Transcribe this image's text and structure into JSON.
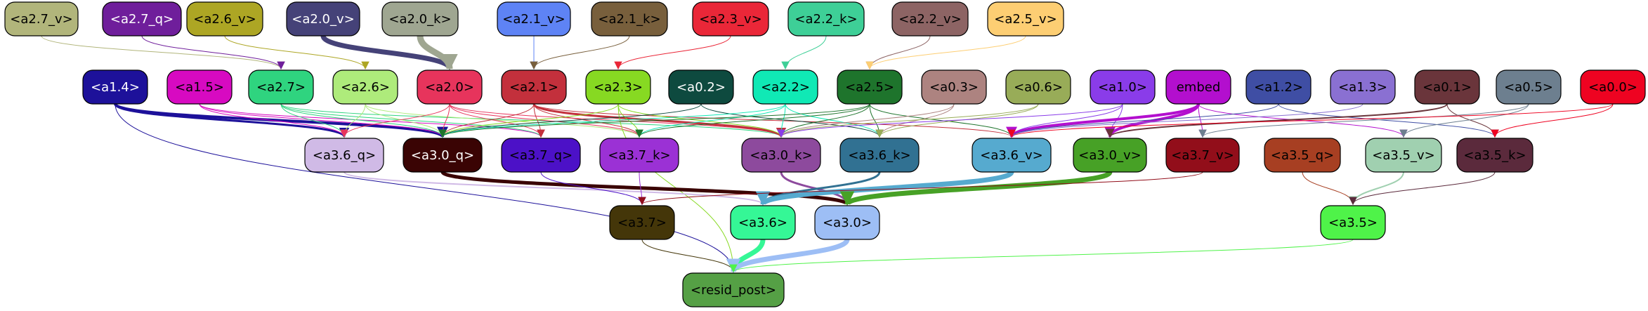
{
  "diagram": {
    "nodes": [
      {
        "id": "a2.7_v",
        "label": "<a2.7_v>",
        "fill": "#b1b57b",
        "text": "#000000"
      },
      {
        "id": "a2.7_q",
        "label": "<a2.7_q>",
        "fill": "#6f1e9b",
        "text": "#ffffff"
      },
      {
        "id": "a2.6_v",
        "label": "<a2.6_v>",
        "fill": "#ada624",
        "text": "#000000"
      },
      {
        "id": "a2.0_v",
        "label": "<a2.0_v>",
        "fill": "#454278",
        "text": "#ffffff"
      },
      {
        "id": "a2.0_k",
        "label": "<a2.0_k>",
        "fill": "#9fa691",
        "text": "#000000"
      },
      {
        "id": "a2.1_v",
        "label": "<a2.1_v>",
        "fill": "#5e83f5",
        "text": "#000000"
      },
      {
        "id": "a2.1_k",
        "label": "<a2.1_k>",
        "fill": "#785f3c",
        "text": "#000000"
      },
      {
        "id": "a2.3_v",
        "label": "<a2.3_v>",
        "fill": "#ea2738",
        "text": "#000000"
      },
      {
        "id": "a2.2_k",
        "label": "<a2.2_k>",
        "fill": "#3ecf97",
        "text": "#000000"
      },
      {
        "id": "a2.2_v",
        "label": "<a2.2_v>",
        "fill": "#8d6464",
        "text": "#000000"
      },
      {
        "id": "a2.5_v",
        "label": "<a2.5_v>",
        "fill": "#fdce73",
        "text": "#000000"
      },
      {
        "id": "a1.4",
        "label": "<a1.4>",
        "fill": "#1d119a",
        "text": "#ffffff"
      },
      {
        "id": "a1.5",
        "label": "<a1.5>",
        "fill": "#d70ac1",
        "text": "#000000"
      },
      {
        "id": "a2.7",
        "label": "<a2.7>",
        "fill": "#2fd47f",
        "text": "#000000"
      },
      {
        "id": "a2.6",
        "label": "<a2.6>",
        "fill": "#aeeb7b",
        "text": "#000000"
      },
      {
        "id": "a2.0",
        "label": "<a2.0>",
        "fill": "#e7345c",
        "text": "#000000"
      },
      {
        "id": "a2.1",
        "label": "<a2.1>",
        "fill": "#c3303c",
        "text": "#000000"
      },
      {
        "id": "a2.3",
        "label": "<a2.3>",
        "fill": "#87d922",
        "text": "#000000"
      },
      {
        "id": "a0.2",
        "label": "<a0.2>",
        "fill": "#0e4a3f",
        "text": "#ffffff"
      },
      {
        "id": "a2.2",
        "label": "<a2.2>",
        "fill": "#10e9b5",
        "text": "#000000"
      },
      {
        "id": "a2.5",
        "label": "<a2.5>",
        "fill": "#1e742c",
        "text": "#000000"
      },
      {
        "id": "a0.3",
        "label": "<a0.3>",
        "fill": "#ad8380",
        "text": "#000000"
      },
      {
        "id": "a0.6",
        "label": "<a0.6>",
        "fill": "#98ac58",
        "text": "#000000"
      },
      {
        "id": "a1.0",
        "label": "<a1.0>",
        "fill": "#8a3ce9",
        "text": "#000000"
      },
      {
        "id": "embed",
        "label": "embed",
        "fill": "#b30fce",
        "text": "#000000"
      },
      {
        "id": "a1.2",
        "label": "<a1.2>",
        "fill": "#3f4ea4",
        "text": "#000000"
      },
      {
        "id": "a1.3",
        "label": "<a1.3>",
        "fill": "#8a70d2",
        "text": "#000000"
      },
      {
        "id": "a0.1",
        "label": "<a0.1>",
        "fill": "#6a353b",
        "text": "#000000"
      },
      {
        "id": "a0.5",
        "label": "<a0.5>",
        "fill": "#6d7f8f",
        "text": "#000000"
      },
      {
        "id": "a0.0",
        "label": "<a0.0>",
        "fill": "#ee0321",
        "text": "#000000"
      },
      {
        "id": "a3.6_q",
        "label": "<a3.6_q>",
        "fill": "#d0bae6",
        "text": "#000000"
      },
      {
        "id": "a3.0_q",
        "label": "<a3.0_q>",
        "fill": "#3a0404",
        "text": "#ffffff"
      },
      {
        "id": "a3.7_q",
        "label": "<a3.7_q>",
        "fill": "#4c11c7",
        "text": "#000000"
      },
      {
        "id": "a3.7_k",
        "label": "<a3.7_k>",
        "fill": "#9b31d5",
        "text": "#000000"
      },
      {
        "id": "a3.0_k",
        "label": "<a3.0_k>",
        "fill": "#8d4a9d",
        "text": "#000000"
      },
      {
        "id": "a3.6_k",
        "label": "<a3.6_k>",
        "fill": "#317192",
        "text": "#000000"
      },
      {
        "id": "a3.6_v",
        "label": "<a3.6_v>",
        "fill": "#56aacf",
        "text": "#000000"
      },
      {
        "id": "a3.0_v",
        "label": "<a3.0_v>",
        "fill": "#47a126",
        "text": "#000000"
      },
      {
        "id": "a3.7_v",
        "label": "<a3.7_v>",
        "fill": "#920e1a",
        "text": "#000000"
      },
      {
        "id": "a3.5_q",
        "label": "<a3.5_q>",
        "fill": "#a73f22",
        "text": "#000000"
      },
      {
        "id": "a3.5_v",
        "label": "<a3.5_v>",
        "fill": "#a0d0b0",
        "text": "#000000"
      },
      {
        "id": "a3.5_k",
        "label": "<a3.5_k>",
        "fill": "#5b2a3c",
        "text": "#000000"
      },
      {
        "id": "a3.7",
        "label": "<a3.7>",
        "fill": "#443609",
        "text": "#000000"
      },
      {
        "id": "a3.6",
        "label": "<a3.6>",
        "fill": "#35f796",
        "text": "#000000"
      },
      {
        "id": "a3.0",
        "label": "<a3.0>",
        "fill": "#9dbef5",
        "text": "#000000"
      },
      {
        "id": "a3.5",
        "label": "<a3.5>",
        "fill": "#4ff349",
        "text": "#000000"
      },
      {
        "id": "resid_post",
        "label": "<resid_post>",
        "fill": "#55a045",
        "text": "#000000"
      }
    ],
    "edges": [
      {
        "from": "a2.7_v",
        "to": "a2.7",
        "color": "#b1b57b",
        "width": 1
      },
      {
        "from": "a2.7_q",
        "to": "a2.7",
        "color": "#6f1e9b",
        "width": 1
      },
      {
        "from": "a2.6_v",
        "to": "a2.6",
        "color": "#ada624",
        "width": 1
      },
      {
        "from": "a2.0_v",
        "to": "a2.0",
        "color": "#454278",
        "width": 7
      },
      {
        "from": "a2.0_k",
        "to": "a2.0",
        "color": "#9fa691",
        "width": 9
      },
      {
        "from": "a2.1_v",
        "to": "a2.1",
        "color": "#5e83f5",
        "width": 1
      },
      {
        "from": "a2.1_k",
        "to": "a2.1",
        "color": "#785f3c",
        "width": 1
      },
      {
        "from": "a2.3_v",
        "to": "a2.3",
        "color": "#ea2738",
        "width": 1
      },
      {
        "from": "a2.2_k",
        "to": "a2.2",
        "color": "#3ecf97",
        "width": 1
      },
      {
        "from": "a2.2_v",
        "to": "a2.5",
        "color": "#8d6464",
        "width": 1
      },
      {
        "from": "a2.5_v",
        "to": "a2.5",
        "color": "#fdce73",
        "width": 1
      },
      {
        "from": "a1.4",
        "to": "a3.0_q",
        "color": "#1d119a",
        "width": 4
      },
      {
        "from": "a1.4",
        "to": "a3.6_q",
        "color": "#1d119a",
        "width": 3
      },
      {
        "from": "a1.4",
        "to": "resid_post",
        "color": "#1d119a",
        "width": 1
      },
      {
        "from": "a1.5",
        "to": "a3.6_q",
        "color": "#d70ac1",
        "width": 1
      },
      {
        "from": "a1.5",
        "to": "a3.0_q",
        "color": "#d70ac1",
        "width": 1
      },
      {
        "from": "a1.5",
        "to": "a3.7_q",
        "color": "#d70ac1",
        "width": 1
      },
      {
        "from": "a2.7",
        "to": "a3.6_q",
        "color": "#2fd47f",
        "width": 1
      },
      {
        "from": "a2.7",
        "to": "a3.0_q",
        "color": "#2fd47f",
        "width": 1
      },
      {
        "from": "a2.7",
        "to": "a3.7_q",
        "color": "#2fd47f",
        "width": 1
      },
      {
        "from": "a2.7",
        "to": "a3.0_k",
        "color": "#2fd47f",
        "width": 1
      },
      {
        "from": "a2.6",
        "to": "a3.6_q",
        "color": "#aeeb7b",
        "width": 1
      },
      {
        "from": "a2.6",
        "to": "a3.0_q",
        "color": "#aeeb7b",
        "width": 1
      },
      {
        "from": "a2.6",
        "to": "a3.7_k",
        "color": "#aeeb7b",
        "width": 1
      },
      {
        "from": "a2.0",
        "to": "a3.0_q",
        "color": "#e7345c",
        "width": 1
      },
      {
        "from": "a2.0",
        "to": "a3.6_q",
        "color": "#e7345c",
        "width": 1
      },
      {
        "from": "a2.0",
        "to": "a3.7_q",
        "color": "#e7345c",
        "width": 1
      },
      {
        "from": "a2.0",
        "to": "a3.0_k",
        "color": "#e7345c",
        "width": 1
      },
      {
        "from": "a2.0",
        "to": "a3.7_k",
        "color": "#e7345c",
        "width": 1
      },
      {
        "from": "a2.1",
        "to": "a3.0_q",
        "color": "#c3303c",
        "width": 1
      },
      {
        "from": "a2.1",
        "to": "a3.7_q",
        "color": "#c3303c",
        "width": 1
      },
      {
        "from": "a2.1",
        "to": "a3.0_k",
        "color": "#c3303c",
        "width": 3
      },
      {
        "from": "a2.1",
        "to": "a3.7_k",
        "color": "#c3303c",
        "width": 1
      },
      {
        "from": "a2.1",
        "to": "a3.6_v",
        "color": "#c3303c",
        "width": 1
      },
      {
        "from": "a2.3",
        "to": "a3.0_q",
        "color": "#87d922",
        "width": 1
      },
      {
        "from": "a2.3",
        "to": "a3.7_k",
        "color": "#87d922",
        "width": 1
      },
      {
        "from": "a2.3",
        "to": "a3.0_k",
        "color": "#87d922",
        "width": 1
      },
      {
        "from": "a2.3",
        "to": "resid_post",
        "color": "#87d922",
        "width": 1
      },
      {
        "from": "a0.2",
        "to": "a3.0_q",
        "color": "#0e4a3f",
        "width": 1
      },
      {
        "from": "a0.2",
        "to": "a3.6_k",
        "color": "#0e4a3f",
        "width": 1
      },
      {
        "from": "a2.2",
        "to": "a3.0_q",
        "color": "#10e9b5",
        "width": 1
      },
      {
        "from": "a2.2",
        "to": "a3.6_k",
        "color": "#10e9b5",
        "width": 1
      },
      {
        "from": "a2.2",
        "to": "a3.7_k",
        "color": "#10e9b5",
        "width": 1
      },
      {
        "from": "a2.2",
        "to": "a3.0_k",
        "color": "#10e9b5",
        "width": 1
      },
      {
        "from": "a2.5",
        "to": "a3.0_q",
        "color": "#1e742c",
        "width": 1
      },
      {
        "from": "a2.5",
        "to": "a3.6_k",
        "color": "#1e742c",
        "width": 1
      },
      {
        "from": "a2.5",
        "to": "a3.0_k",
        "color": "#1e742c",
        "width": 1
      },
      {
        "from": "a2.5",
        "to": "a3.6_v",
        "color": "#1e742c",
        "width": 1
      },
      {
        "from": "a2.5",
        "to": "a3.7_k",
        "color": "#1e742c",
        "width": 1
      },
      {
        "from": "a0.3",
        "to": "a3.0_k",
        "color": "#ad8380",
        "width": 1
      },
      {
        "from": "a0.3",
        "to": "a3.6_k",
        "color": "#ad8380",
        "width": 1
      },
      {
        "from": "a0.6",
        "to": "a3.6_k",
        "color": "#98ac58",
        "width": 1
      },
      {
        "from": "a0.6",
        "to": "a3.0_k",
        "color": "#98ac58",
        "width": 1
      },
      {
        "from": "a1.0",
        "to": "a3.6_v",
        "color": "#8a3ce9",
        "width": 1
      },
      {
        "from": "a1.0",
        "to": "a3.0_v",
        "color": "#8a3ce9",
        "width": 1
      },
      {
        "from": "a1.0",
        "to": "a3.0_k",
        "color": "#8a3ce9",
        "width": 1
      },
      {
        "from": "embed",
        "to": "a3.6_v",
        "color": "#b30fce",
        "width": 4
      },
      {
        "from": "embed",
        "to": "a3.0_v",
        "color": "#b30fce",
        "width": 4
      },
      {
        "from": "embed",
        "to": "a3.7_v",
        "color": "#b30fce",
        "width": 1
      },
      {
        "from": "embed",
        "to": "a3.5_v",
        "color": "#b30fce",
        "width": 1
      },
      {
        "from": "a1.2",
        "to": "a3.6_v",
        "color": "#3f4ea4",
        "width": 1
      },
      {
        "from": "a1.2",
        "to": "a3.5_k",
        "color": "#3f4ea4",
        "width": 1
      },
      {
        "from": "a1.3",
        "to": "a3.6_v",
        "color": "#8a70d2",
        "width": 1
      },
      {
        "from": "a0.1",
        "to": "a3.0_v",
        "color": "#6a353b",
        "width": 2
      },
      {
        "from": "a0.1",
        "to": "a3.5_k",
        "color": "#6a353b",
        "width": 1
      },
      {
        "from": "a0.5",
        "to": "a3.5_v",
        "color": "#6d7f8f",
        "width": 1
      },
      {
        "from": "a0.5",
        "to": "a3.7_v",
        "color": "#6d7f8f",
        "width": 1
      },
      {
        "from": "a0.0",
        "to": "a3.5_k",
        "color": "#ee0321",
        "width": 1
      },
      {
        "from": "a0.0",
        "to": "a3.6_v",
        "color": "#ee0321",
        "width": 1
      },
      {
        "from": "a3.6_q",
        "to": "a3.6",
        "color": "#d0bae6",
        "width": 2
      },
      {
        "from": "a3.0_q",
        "to": "a3.0",
        "color": "#3a0404",
        "width": 5
      },
      {
        "from": "a3.7_q",
        "to": "a3.7",
        "color": "#4c11c7",
        "width": 1
      },
      {
        "from": "a3.7_k",
        "to": "a3.7",
        "color": "#9b31d5",
        "width": 1
      },
      {
        "from": "a3.0_k",
        "to": "a3.0",
        "color": "#8d4a9d",
        "width": 3
      },
      {
        "from": "a3.6_k",
        "to": "a3.6",
        "color": "#317192",
        "width": 3
      },
      {
        "from": "a3.6_v",
        "to": "a3.6",
        "color": "#56aacf",
        "width": 7
      },
      {
        "from": "a3.0_v",
        "to": "a3.0",
        "color": "#47a126",
        "width": 7
      },
      {
        "from": "a3.7_v",
        "to": "a3.7",
        "color": "#920e1a",
        "width": 1
      },
      {
        "from": "a3.5_q",
        "to": "a3.5",
        "color": "#a73f22",
        "width": 1
      },
      {
        "from": "a3.5_v",
        "to": "a3.5",
        "color": "#a0d0b0",
        "width": 2
      },
      {
        "from": "a3.5_k",
        "to": "a3.5",
        "color": "#5b2a3c",
        "width": 1
      },
      {
        "from": "a3.7",
        "to": "resid_post",
        "color": "#443609",
        "width": 1
      },
      {
        "from": "a3.6",
        "to": "resid_post",
        "color": "#35f796",
        "width": 7
      },
      {
        "from": "a3.0",
        "to": "resid_post",
        "color": "#9dbef5",
        "width": 7
      },
      {
        "from": "a3.5",
        "to": "resid_post",
        "color": "#4ff349",
        "width": 1
      }
    ]
  }
}
